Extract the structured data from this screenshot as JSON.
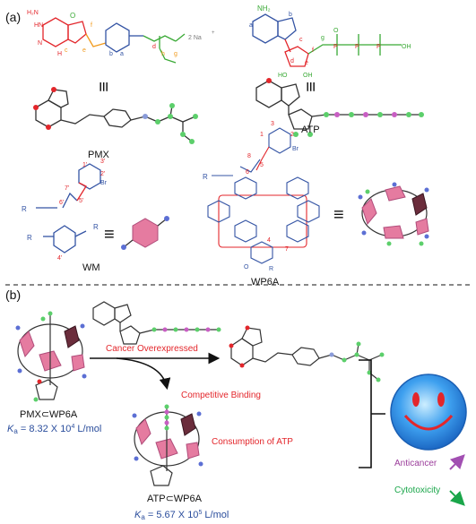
{
  "panel_a": {
    "label": "(a)",
    "pmx": {
      "name": "PMX",
      "n_labels": {
        "h2n": "H₂N",
        "hn": "HN",
        "n": "N",
        "h": "H",
        "o": "O"
      },
      "letters": {
        "a": "a",
        "b": "b",
        "c": "c",
        "d": "d",
        "e": "e",
        "f": "f",
        "g": "g",
        "h": "h"
      },
      "counterion": "2 Na",
      "charge": "+",
      "equiv": "≡"
    },
    "atp": {
      "name": "ATP",
      "nh2": "NH₂",
      "ring_atoms": [
        "N",
        "N",
        "N",
        "N"
      ],
      "letters": {
        "a": "a",
        "b": "b",
        "c": "c",
        "d": "d",
        "e": "e",
        "f": "f",
        "g": "g"
      },
      "ho": "HO",
      "oh": "OH",
      "p": "P",
      "o": "O",
      "equiv": "≡"
    },
    "wm": {
      "name": "WM",
      "r_group": "R",
      "br": "Br",
      "numbers": [
        "1'",
        "2'",
        "3'",
        "4'",
        "5'",
        "6'",
        "7'"
      ],
      "equiv": "≡"
    },
    "wp6a": {
      "name": "WP6A",
      "r_group": "R",
      "br": "Br",
      "numbers": [
        "1",
        "2",
        "3",
        "4",
        "5",
        "6",
        "7",
        "8"
      ],
      "o": "O",
      "equiv": "≡"
    }
  },
  "panel_b": {
    "label": "(b)",
    "arrow_label_top": "Cancer Overexpressed",
    "arrow_label_mid": "Competitive Binding",
    "arrow_label_bottom": "Consumption of ATP",
    "complex1": {
      "name": "PMX⊂WP6A",
      "ka_symbol": "K",
      "ka_sub": "a",
      "ka_value": " = 8.32 X 10",
      "ka_exp": "4",
      "ka_unit": " L/mol"
    },
    "complex2": {
      "name": "ATP⊂WP6A",
      "ka_symbol": "K",
      "ka_sub": "a",
      "ka_value": " = 5.67 X 10",
      "ka_exp": "5",
      "ka_unit": " L/mol"
    },
    "outcome_anticancer": "Anticancer",
    "outcome_cytotoxicity": "Cytotoxicity"
  },
  "colors": {
    "red": "#e3262b",
    "blue": "#3454a4",
    "green": "#39a935",
    "orange": "#f19a1c",
    "pink": "#e57ba0",
    "purple": "#9b3d9b",
    "gray": "#4d4d4d",
    "smiley_blue": "#2f8ee3"
  }
}
